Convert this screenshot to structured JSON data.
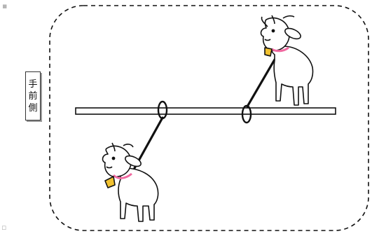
{
  "side_label": [
    "手",
    "前",
    "側"
  ],
  "colors": {
    "outline": "#111111",
    "goat_fill": "#ffffff",
    "collar": "#f06aa0",
    "bell": "#f2c230",
    "ear_inner": "#f7c2cf",
    "edge_mark": "#b5b5b5"
  }
}
